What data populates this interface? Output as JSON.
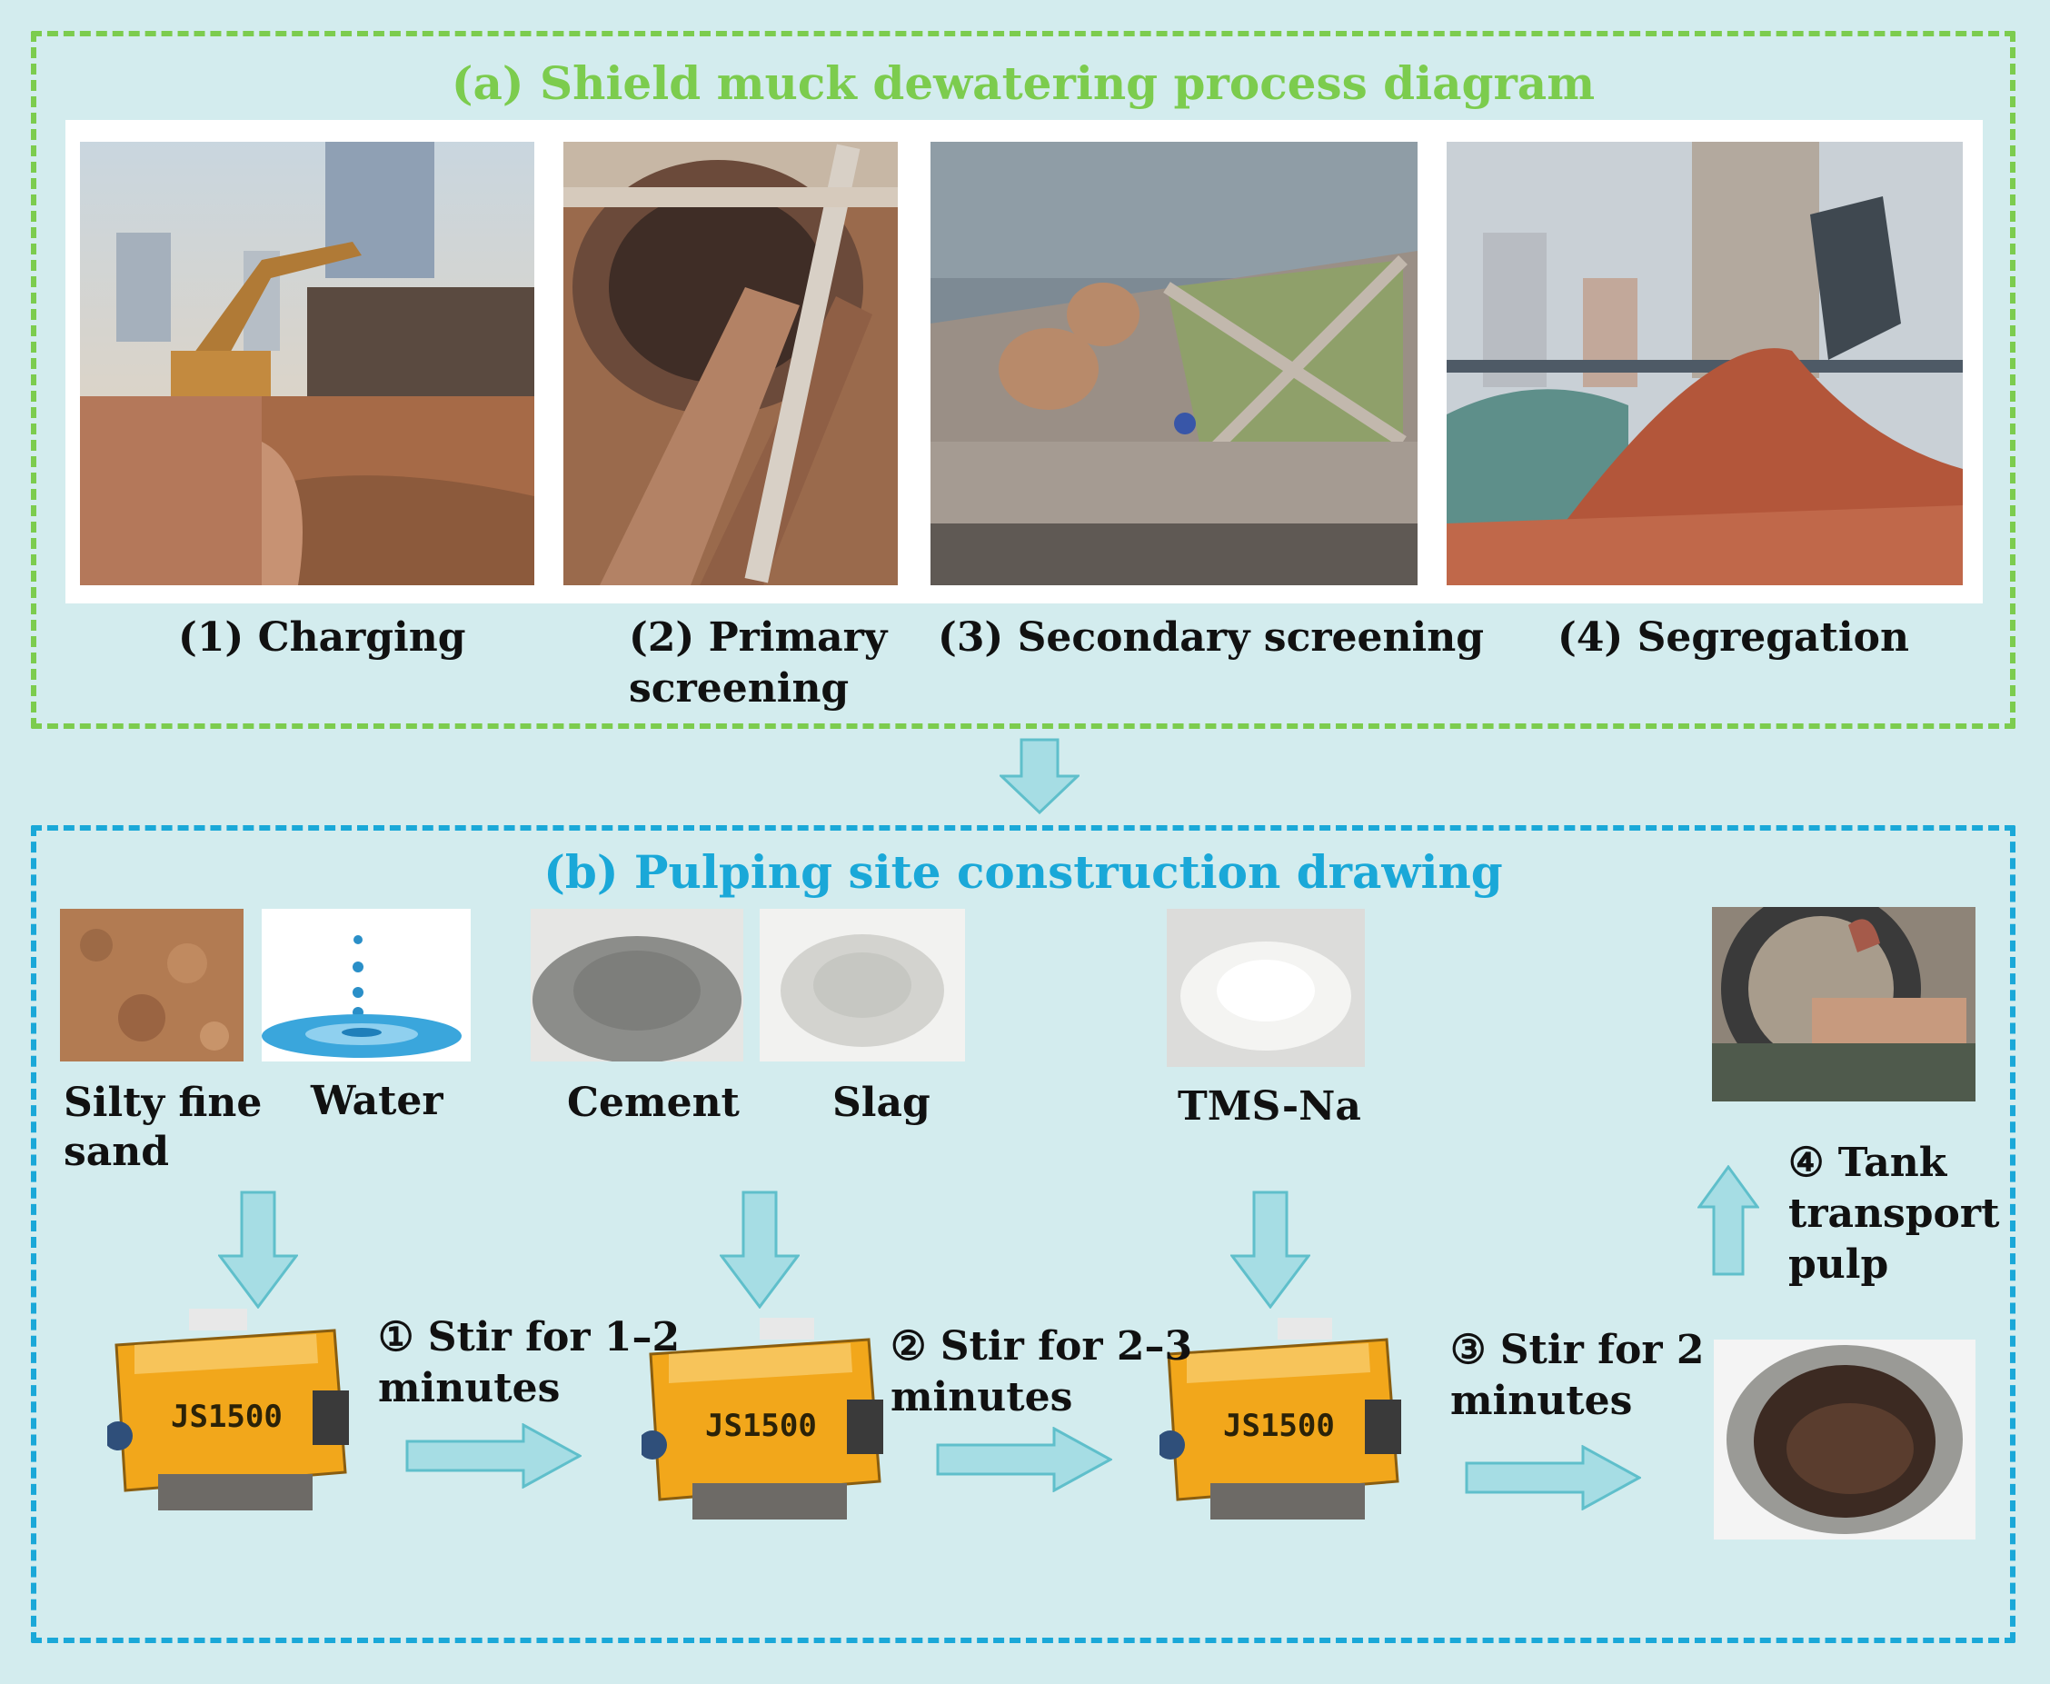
{
  "panel_a": {
    "title": "(a) Shield muck dewatering process diagram",
    "steps": [
      {
        "label": "(1) Charging"
      },
      {
        "label_line1": "(2) Primary",
        "label_line2": "screening"
      },
      {
        "label": "(3) Secondary screening"
      },
      {
        "label": "(4) Segregation"
      }
    ]
  },
  "panel_b": {
    "title": "(b) Pulping site construction drawing",
    "materials": [
      {
        "label_line1": "Silty fine",
        "label_line2": "sand"
      },
      {
        "label": "Water"
      },
      {
        "label": "Cement"
      },
      {
        "label": "Slag"
      },
      {
        "label": "TMS-Na"
      }
    ],
    "mixer_label": "JS1500",
    "stir_steps": [
      {
        "line1": "① Stir for 1–2",
        "line2": "minutes"
      },
      {
        "line1": "② Stir for 2–3",
        "line2": "minutes"
      },
      {
        "line1": "③ Stir for 2",
        "line2": "minutes"
      }
    ],
    "transport": {
      "line1": "④ Tank",
      "line2": "transport",
      "line3": "pulp"
    }
  },
  "colors": {
    "background": "#d3ecee",
    "panel_a_accent": "#7ccc4e",
    "panel_b_accent": "#1aa8d8",
    "arrow_fill": "#a6dde4",
    "arrow_stroke": "#5fbfcb",
    "mixer_body": "#f2a71b"
  }
}
